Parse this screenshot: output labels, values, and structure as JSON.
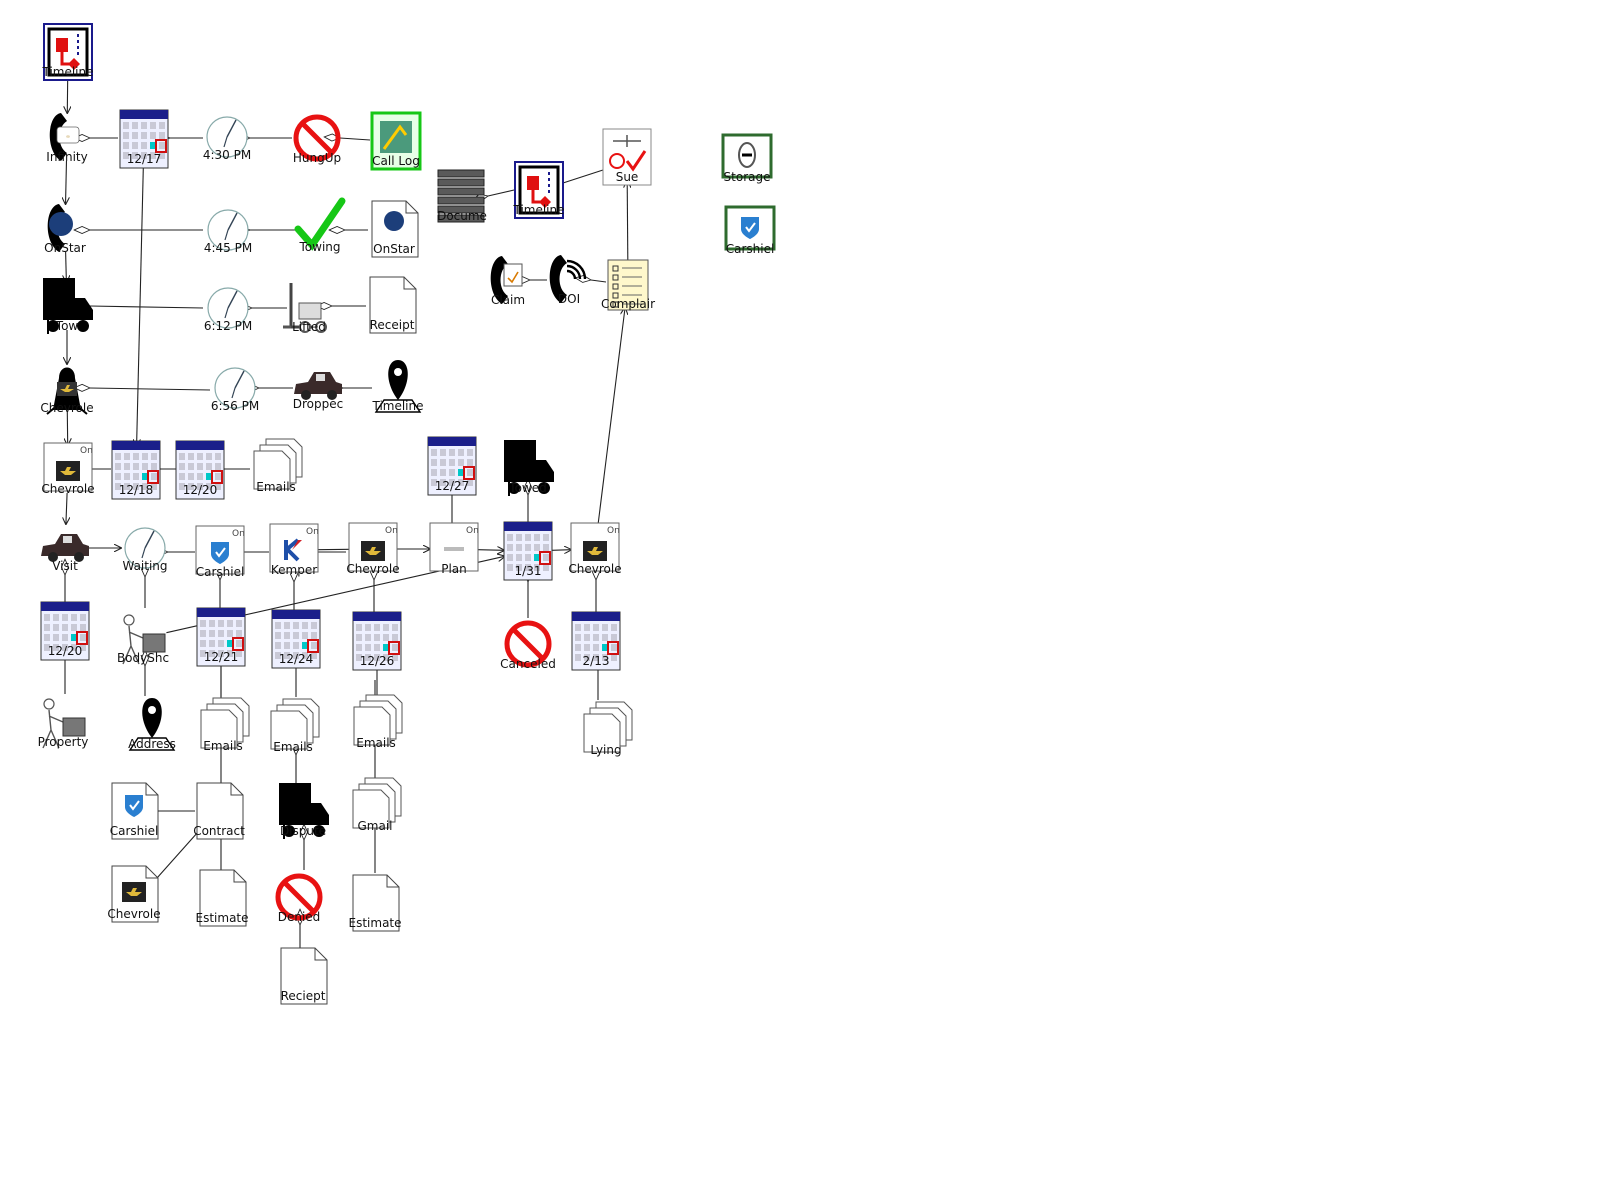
{
  "diagram": {
    "title": "",
    "colors": {
      "calendar_blue": "#1b1f8a",
      "calendar_red": "#d01010",
      "calendar_teal": "#00c8c8",
      "no_red": "#e81212",
      "check_green": "#16c716",
      "timeline_blue": "#1a1a8c",
      "timeline_red": "#e01010",
      "storage_green": "#2e6b2e",
      "carshield_blue": "#2a7fd0",
      "kemper_blue": "#1e4fa8",
      "kemper_red": "#d21f26",
      "black": "#000000"
    },
    "nodes": [
      {
        "id": "timeline1",
        "label": "Timeline",
        "icon": "timeline-icon"
      },
      {
        "id": "infinity",
        "label": "Infinity",
        "icon": "phone-infinity-icon"
      },
      {
        "id": "cal_1217",
        "label": "12/17",
        "icon": "calendar-icon"
      },
      {
        "id": "time_430",
        "label": "4:30 PM",
        "icon": "clock-icon"
      },
      {
        "id": "hungup",
        "label": "HungUp",
        "icon": "prohibited-icon"
      },
      {
        "id": "calllog",
        "label": "Call Log",
        "icon": "call-log-icon"
      },
      {
        "id": "onstar",
        "label": "OnStar",
        "icon": "phone-onstar-icon"
      },
      {
        "id": "time_445",
        "label": "4:45 PM",
        "icon": "clock-icon"
      },
      {
        "id": "towing",
        "label": "Towing",
        "icon": "checkmark-icon"
      },
      {
        "id": "onstar_doc",
        "label": "OnStar",
        "icon": "onstar-document-icon"
      },
      {
        "id": "tow",
        "label": "Tow",
        "icon": "truck-icon"
      },
      {
        "id": "time_612",
        "label": "6:12 PM",
        "icon": "clock-icon"
      },
      {
        "id": "lifted",
        "label": "Lifted",
        "icon": "forklift-icon"
      },
      {
        "id": "receipt1",
        "label": "Receipt",
        "icon": "document-icon"
      },
      {
        "id": "chevrolet1",
        "label": "Chevrole",
        "icon": "chevrolet-person-icon"
      },
      {
        "id": "time_656",
        "label": "6:56 PM",
        "icon": "clock-icon"
      },
      {
        "id": "dropped",
        "label": "Droppec",
        "icon": "car-icon"
      },
      {
        "id": "timeline_pin",
        "label": "Timeline",
        "icon": "map-pin-icon"
      },
      {
        "id": "chevrolet2",
        "label": "Chevrole",
        "icon": "chevrolet-window-icon"
      },
      {
        "id": "cal_1218",
        "label": "12/18",
        "icon": "calendar-icon"
      },
      {
        "id": "cal_1220a",
        "label": "12/20",
        "icon": "calendar-icon"
      },
      {
        "id": "emails1",
        "label": "Emails",
        "icon": "documents-stack-icon"
      },
      {
        "id": "cal_1227",
        "label": "12/27",
        "icon": "calendar-icon"
      },
      {
        "id": "towed",
        "label": "Towed",
        "icon": "truck-icon"
      },
      {
        "id": "visit",
        "label": "Visit",
        "icon": "car-icon"
      },
      {
        "id": "waiting",
        "label": "Waiting",
        "icon": "clock-icon"
      },
      {
        "id": "carshield1",
        "label": "Carshiel",
        "icon": "carshield-window-icon"
      },
      {
        "id": "kemper",
        "label": "Kemper",
        "icon": "kemper-window-icon"
      },
      {
        "id": "chevrolet3",
        "label": "Chevrole",
        "icon": "chevrolet-window-icon"
      },
      {
        "id": "plan",
        "label": "Plan",
        "icon": "blank-window-icon"
      },
      {
        "id": "cal_131",
        "label": "1/31",
        "icon": "calendar-icon"
      },
      {
        "id": "chevrolet4",
        "label": "Chevrole",
        "icon": "chevrolet-window-icon"
      },
      {
        "id": "cal_1220b",
        "label": "12/20",
        "icon": "calendar-icon"
      },
      {
        "id": "bodyshop",
        "label": "BodyShc",
        "icon": "worker-icon"
      },
      {
        "id": "cal_1221",
        "label": "12/21",
        "icon": "calendar-icon"
      },
      {
        "id": "cal_1224",
        "label": "12/24",
        "icon": "calendar-icon"
      },
      {
        "id": "cal_1226",
        "label": "12/26",
        "icon": "calendar-icon"
      },
      {
        "id": "canceled",
        "label": "Canceled",
        "icon": "prohibited-icon"
      },
      {
        "id": "cal_213",
        "label": "2/13",
        "icon": "calendar-icon"
      },
      {
        "id": "property",
        "label": "Property",
        "icon": "worker-icon"
      },
      {
        "id": "address",
        "label": "Address",
        "icon": "map-pin-icon"
      },
      {
        "id": "emails2",
        "label": "Emails",
        "icon": "documents-stack-icon"
      },
      {
        "id": "emails3",
        "label": "Emails",
        "icon": "documents-stack-icon"
      },
      {
        "id": "emails4",
        "label": "Emails",
        "icon": "documents-stack-icon"
      },
      {
        "id": "lying",
        "label": "Lying",
        "icon": "documents-stack-icon"
      },
      {
        "id": "carshield2",
        "label": "Carshiel",
        "icon": "carshield-document-icon"
      },
      {
        "id": "contract",
        "label": "Contract",
        "icon": "document-icon"
      },
      {
        "id": "dispute",
        "label": "Dispute",
        "icon": "truck-icon"
      },
      {
        "id": "gmail",
        "label": "Gmail",
        "icon": "documents-stack-icon"
      },
      {
        "id": "chevrolet5",
        "label": "Chevrole",
        "icon": "chevrolet-document-icon"
      },
      {
        "id": "estimate1",
        "label": "Estimate",
        "icon": "document-icon"
      },
      {
        "id": "denied",
        "label": "Denied",
        "icon": "prohibited-icon"
      },
      {
        "id": "estimate2",
        "label": "Estimate",
        "icon": "document-icon"
      },
      {
        "id": "reciept",
        "label": "Reciept",
        "icon": "document-icon"
      },
      {
        "id": "document",
        "label": "Docume",
        "icon": "server-stack-icon"
      },
      {
        "id": "timeline2",
        "label": "Timeline",
        "icon": "timeline-icon"
      },
      {
        "id": "sue",
        "label": "Sue",
        "icon": "sue-scales-icon"
      },
      {
        "id": "claim",
        "label": "Claim",
        "icon": "phone-claim-icon"
      },
      {
        "id": "doi",
        "label": "DOI",
        "icon": "phone-ringing-icon"
      },
      {
        "id": "complaint",
        "label": "Complair",
        "icon": "checklist-icon"
      },
      {
        "id": "storage",
        "label": "Storage",
        "icon": "storage-safe-icon"
      },
      {
        "id": "carshield3",
        "label": "Carshiel",
        "icon": "carshield-safe-icon"
      }
    ],
    "links": [
      {
        "from": "timeline1",
        "to": "infinity",
        "kind": "arrow"
      },
      {
        "from": "infinity",
        "to": "onstar",
        "kind": "arrow"
      },
      {
        "from": "onstar",
        "to": "tow",
        "kind": "arrow"
      },
      {
        "from": "tow",
        "to": "chevrolet1",
        "kind": "arrow"
      },
      {
        "from": "chevrolet1",
        "to": "chevrolet2",
        "kind": "arrow"
      },
      {
        "from": "chevrolet2",
        "to": "visit",
        "kind": "arrow"
      },
      {
        "from": "cal_1217",
        "to": "cal_1218",
        "kind": "arrow"
      },
      {
        "from": "visit",
        "to": "waiting",
        "kind": "arrow"
      },
      {
        "from": "kemper",
        "to": "chevrolet3",
        "kind": "diamond"
      },
      {
        "from": "chevrolet3",
        "to": "plan",
        "kind": "arrow"
      },
      {
        "from": "plan",
        "to": "cal_131",
        "kind": "arrow"
      },
      {
        "from": "cal_131",
        "to": "chevrolet4",
        "kind": "arrow"
      },
      {
        "from": "chevrolet4",
        "to": "complaint",
        "kind": "arrow"
      },
      {
        "from": "complaint",
        "to": "sue",
        "kind": "arrow"
      },
      {
        "from": "bodyshop",
        "to": "cal_131",
        "kind": "arrow"
      }
    ]
  }
}
